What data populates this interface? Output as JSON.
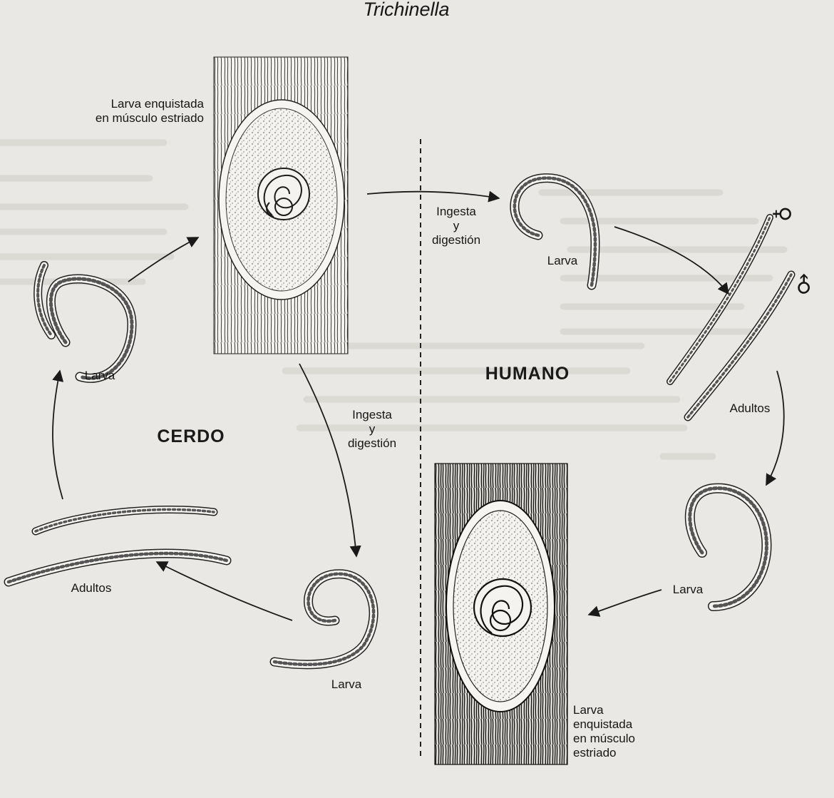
{
  "title": "Trichinella",
  "hosts": {
    "pig": "CERDO",
    "human": "HUMANO"
  },
  "labels": {
    "pig_cyst": "Larva enquistada\nen músculo estriado",
    "pig_larva": "Larva",
    "pig_adults": "Adultos",
    "pig_ingested_larva": "Larva",
    "ingestion_top": "Ingesta\ny\ndigestión",
    "ingestion_middle": "Ingesta\ny\ndigestión",
    "human_larva_top": "Larva",
    "human_adults": "Adultos",
    "human_larva_right": "Larva",
    "human_cyst": "Larva\nenquistada\nen músculo\nestriado"
  },
  "symbols": {
    "female": "♀",
    "male": "♂"
  },
  "colors": {
    "ink": "#161616",
    "paper": "#e9e8e4",
    "cyst": "#f2f1ec"
  }
}
